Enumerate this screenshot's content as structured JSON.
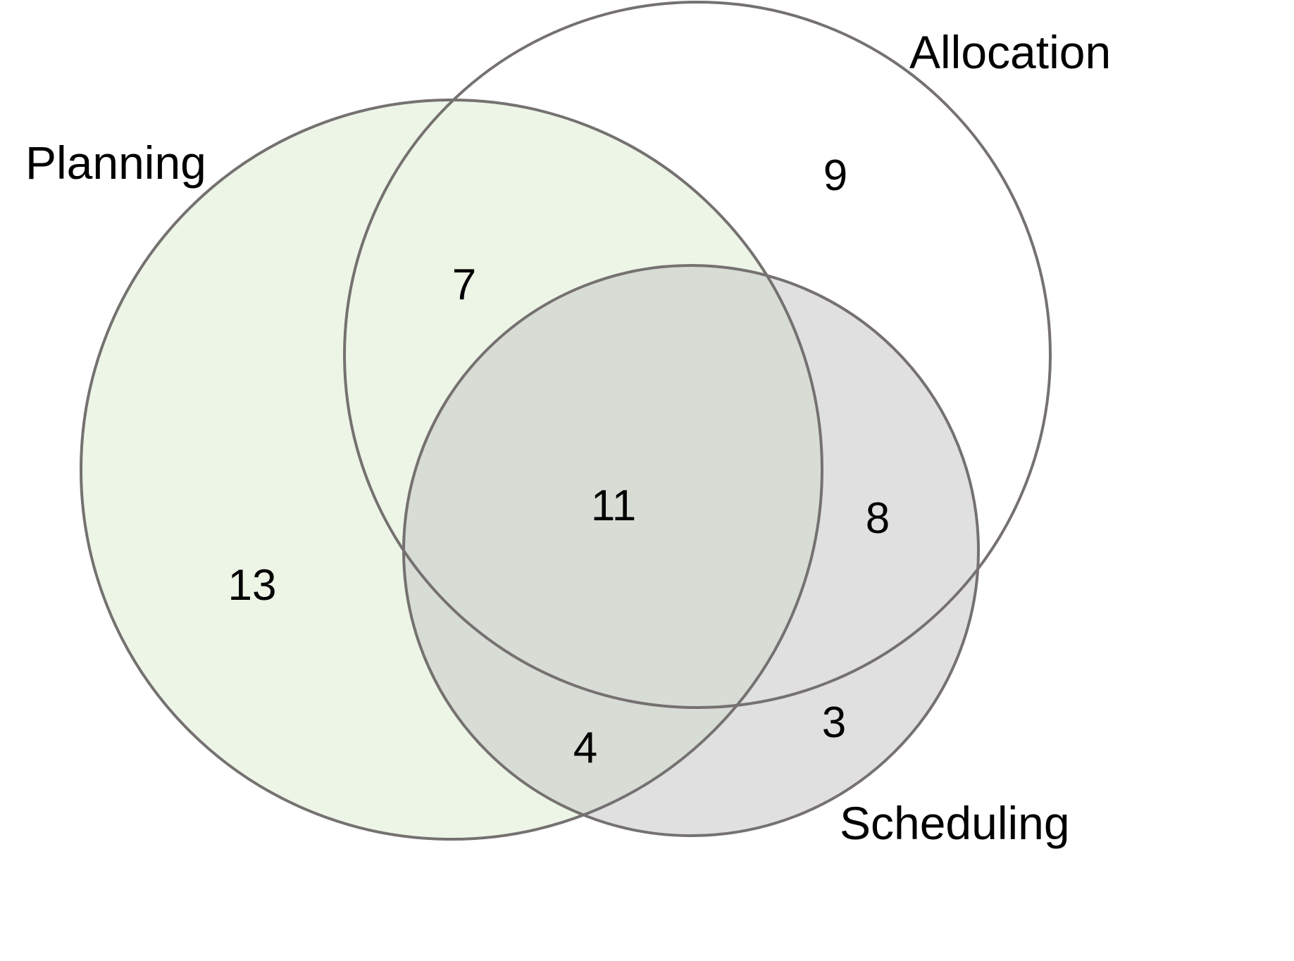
{
  "venn": {
    "sets": {
      "planning": {
        "label": "Planning",
        "fill": "#e2efd9",
        "fill_opacity": 0.65
      },
      "allocation": {
        "label": "Allocation",
        "fill": "#ffffff",
        "fill_opacity": 0
      },
      "scheduling": {
        "label": "Scheduling",
        "fill": "#c6c6c6",
        "fill_opacity": 0.55
      }
    },
    "regions": {
      "planning_only": "13",
      "allocation_only": "9",
      "scheduling_only": "3",
      "planning_allocation": "7",
      "planning_scheduling": "4",
      "allocation_scheduling": "8",
      "all_three": "11"
    },
    "stroke": "#767171"
  }
}
